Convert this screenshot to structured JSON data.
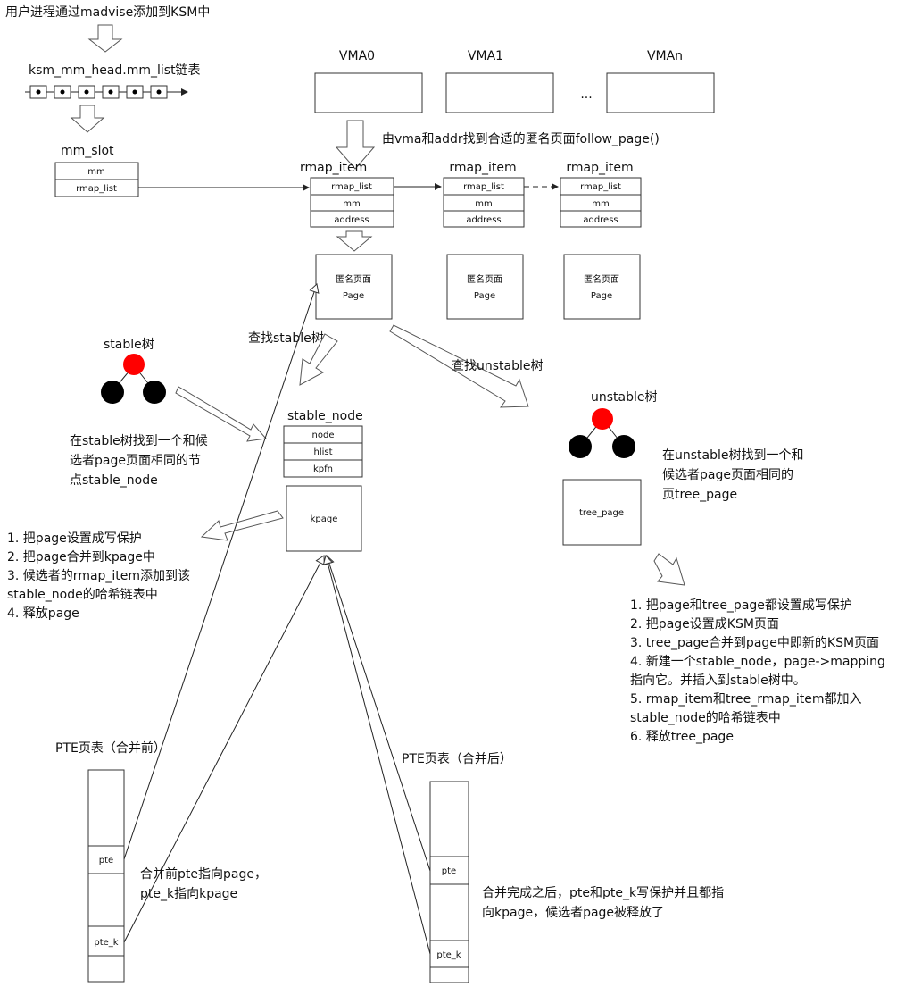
{
  "intro": "用户进程通过madvise添加到KSM中",
  "mm_list_title": "ksm_mm_head.mm_list链表",
  "mm_slot": {
    "title": "mm_slot",
    "fields": [
      "mm",
      "rmap_list"
    ]
  },
  "vmas": [
    "VMA0",
    "VMA1",
    "VMAn"
  ],
  "vma_ellipsis": "...",
  "follow_page_note": "由vma和addr找到合适的匿名页面follow_page()",
  "rmap_items": [
    {
      "title": "rmap_item",
      "fields": [
        "rmap_list",
        "mm",
        "address"
      ]
    },
    {
      "title": "rmap_item",
      "fields": [
        "rmap_list",
        "mm",
        "address"
      ]
    },
    {
      "title": "rmap_item",
      "fields": [
        "rmap_list",
        "mm",
        "address"
      ]
    }
  ],
  "anon_pages": [
    {
      "line1": "匿名页面",
      "line2": "Page"
    },
    {
      "line1": "匿名页面",
      "line2": "Page"
    },
    {
      "line1": "匿名页面",
      "line2": "Page"
    }
  ],
  "stable_tree_title": "stable树",
  "search_stable": "查找stable树",
  "search_unstable": "查找unstable树",
  "unstable_tree_title": "unstable树",
  "stable_found_text": [
    "在stable树找到一个和候",
    "选者page页面相同的节",
    "点stable_node"
  ],
  "stable_node": {
    "title": "stable_node",
    "fields": [
      "node",
      "hlist",
      "kpfn"
    ]
  },
  "kpage_label": "kpage",
  "unstable_found_text": [
    "在unstable树找到一个和",
    "候选者page页面相同的",
    "页tree_page"
  ],
  "tree_page_label": "tree_page",
  "stable_steps": [
    "1. 把page设置成写保护",
    "2. 把page合并到kpage中",
    "3. 候选者的rmap_item添加到该",
    "stable_node的哈希链表中",
    "4. 释放page"
  ],
  "unstable_steps": [
    "1. 把page和tree_page都设置成写保护",
    "2. 把page设置成KSM页面",
    "3. tree_page合并到page中即新的KSM页面",
    "4. 新建一个stable_node，page->mapping",
    "指向它。并插入到stable树中。",
    "5. rmap_item和tree_rmap_item都加入",
    "stable_node的哈希链表中",
    "6. 释放tree_page"
  ],
  "pte_before_title": "PTE页表（合并前）",
  "pte_after_title": "PTE页表（合并后）",
  "pte_label": "pte",
  "pte_k_label": "pte_k",
  "before_note": [
    "合并前pte指向page，",
    "pte_k指向kpage"
  ],
  "after_note": [
    "合并完成之后，pte和pte_k写保护并且都指",
    "向kpage，候选者page被释放了"
  ],
  "colors": {
    "red_node": "#ff0000",
    "black_node": "#000000",
    "line": "#222222"
  }
}
